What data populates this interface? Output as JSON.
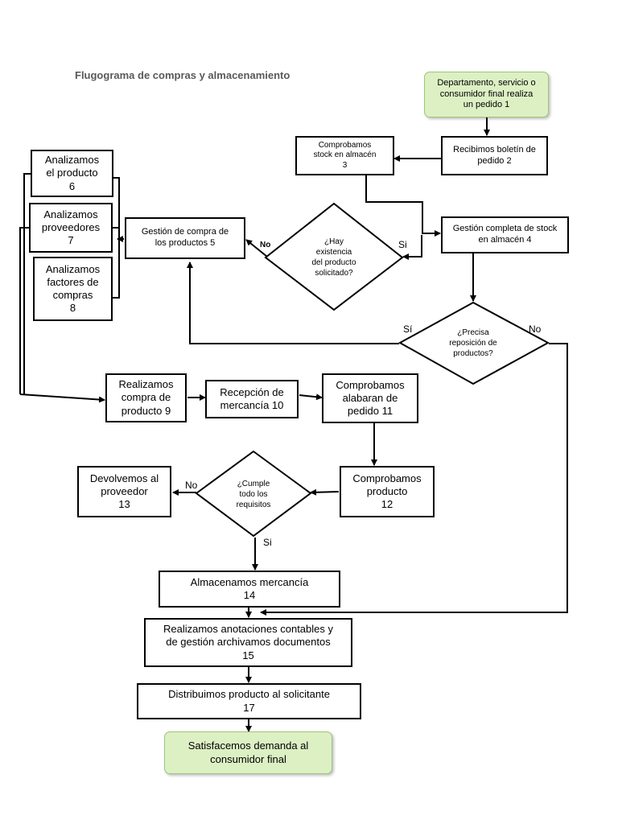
{
  "title": "Flugograma de compras y almacenamiento",
  "nodes": {
    "n1": {
      "line1": "Departamento, servicio o",
      "line2": "consumidor final realiza",
      "line3": "un pedido        1"
    },
    "n2": {
      "line1": "Recibimos boletín de",
      "line2": "pedido      2"
    },
    "n3": {
      "line1": "Comprobamos",
      "line2": "stock en almacén",
      "line3": "3"
    },
    "n4": {
      "line1": "Gestión completa de stock",
      "line2": "en almacén      4"
    },
    "n5": {
      "line1": "Gestión de compra de",
      "line2": "los productos       5"
    },
    "n6": {
      "line1": "Analizamos",
      "line2": "el producto",
      "line3": "6"
    },
    "n7": {
      "line1": "Analizamos",
      "line2": "proveedores",
      "line3": "7"
    },
    "n8": {
      "line1": "Analizamos",
      "line2": "factores de",
      "line3": "compras",
      "line4": "8"
    },
    "n9": {
      "line1": "Realizamos",
      "line2": "compra de",
      "line3": "producto 9"
    },
    "n10": {
      "line1": "Recepción de",
      "line2": "mercancía  10"
    },
    "n11": {
      "line1": "Comprobamos",
      "line2": "alabaran de",
      "line3": "pedido  11"
    },
    "n12": {
      "line1": "Comprobamos",
      "line2": "producto",
      "line3": "12"
    },
    "n13": {
      "line1": "Devolvemos al",
      "line2": "proveedor",
      "line3": "13"
    },
    "n14": {
      "line1": "Almacenamos mercancía",
      "line2": "14"
    },
    "n15": {
      "line1": "Realizamos anotaciones contables y",
      "line2": "de gestión archivamos documentos",
      "line3": "15"
    },
    "n17": {
      "line1": "Distribuimos producto al solicitante",
      "line2": "17"
    },
    "n18": {
      "line1": "Satisfacemos demanda al",
      "line2": "consumidor final"
    }
  },
  "decisions": {
    "hay": {
      "line1": "¿Hay",
      "line2": "existencia",
      "line3": "del producto",
      "line4": "solicitado?"
    },
    "precisa": {
      "line1": "¿Precisa",
      "line2": "reposición de",
      "line3": "productos?"
    },
    "cumple": {
      "line1": "¿Cumple",
      "line2": "todo los",
      "line3": "requisitos"
    }
  },
  "labels": {
    "hay_no": "No",
    "hay_si": "Si",
    "precisa_si": "Sí",
    "precisa_no": "No",
    "cumple_no": "No",
    "cumple_si": "Si"
  },
  "colors": {
    "start_end_fill": "#ddf0c4",
    "start_end_border": "#9cc57a",
    "title": "#595959"
  }
}
